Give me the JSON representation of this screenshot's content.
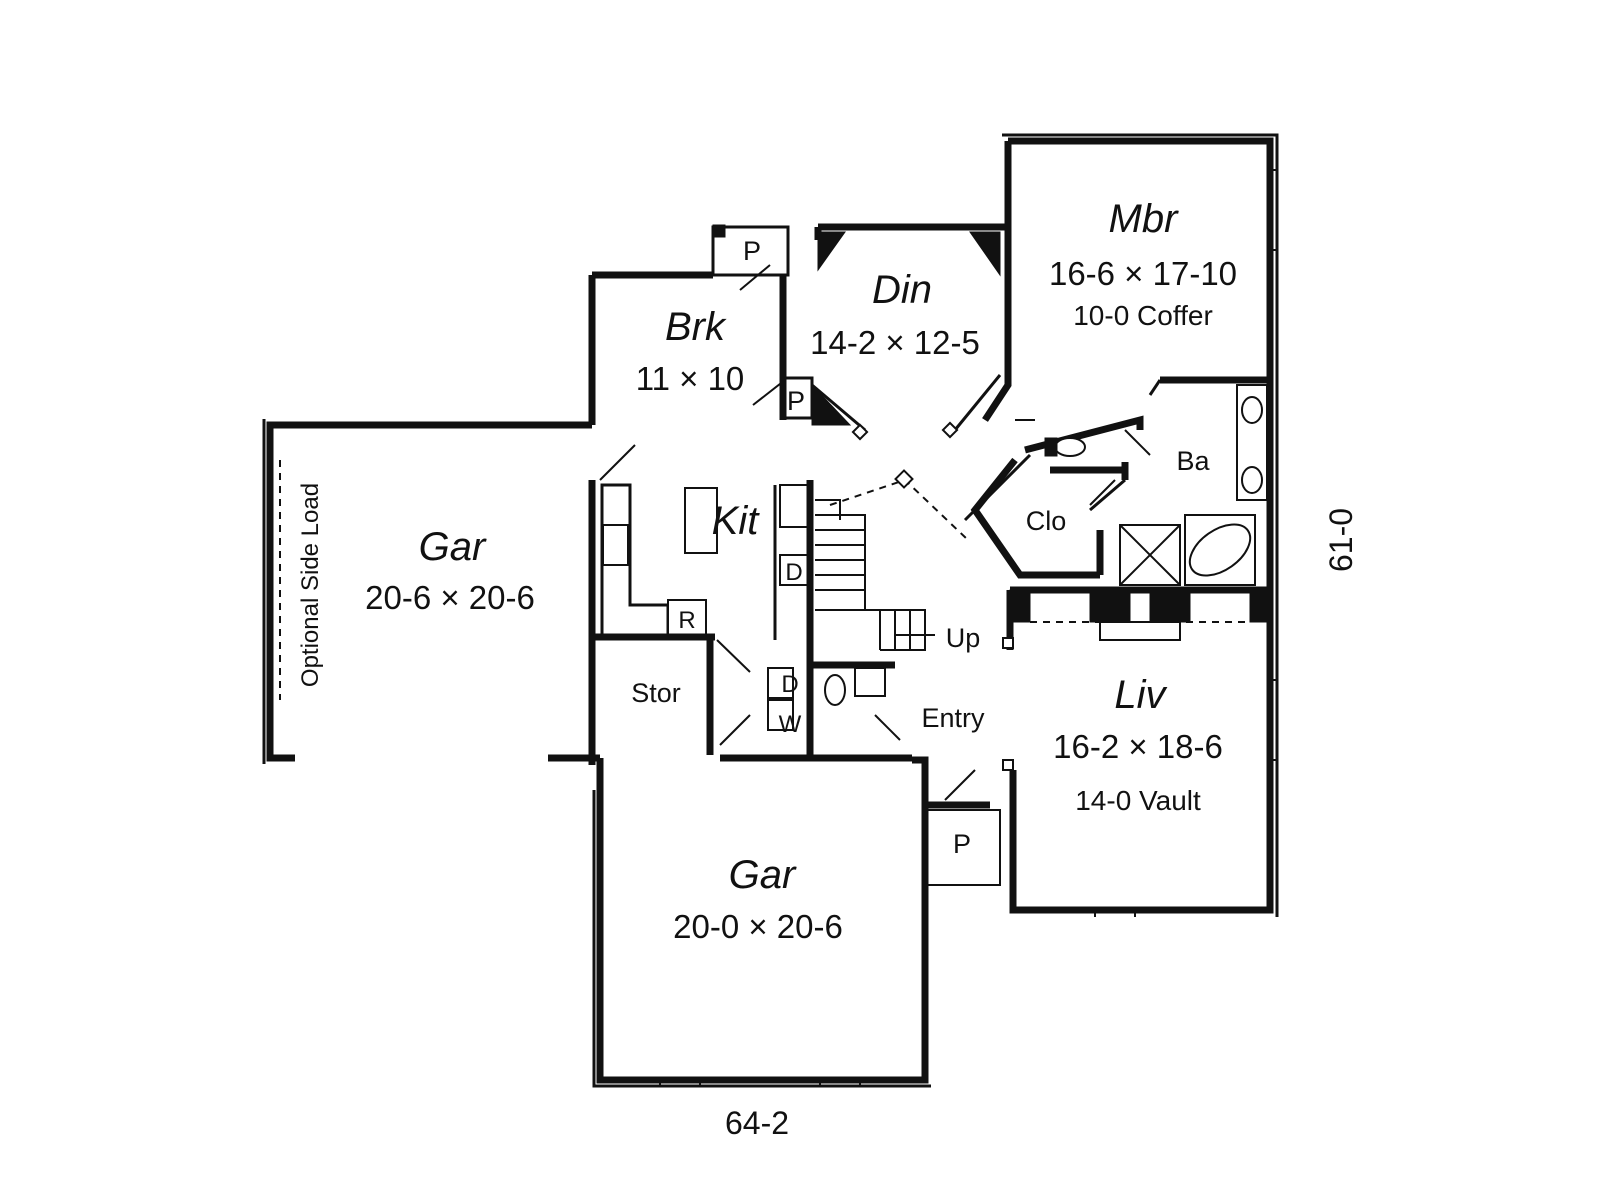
{
  "rooms": {
    "master_bedroom": {
      "name": "Mbr",
      "dims": "16-6 × 17-10",
      "note": "10-0 Coffer"
    },
    "dining": {
      "name": "Din",
      "dims": "14-2 × 12-5"
    },
    "breakfast": {
      "name": "Brk",
      "dims": "11 × 10"
    },
    "kitchen": {
      "name": "Kit"
    },
    "side_garage": {
      "name": "Gar",
      "dims": "20-6 × 20-6",
      "note": "Optional Side Load"
    },
    "front_garage": {
      "name": "Gar",
      "dims": "20-0 × 20-6"
    },
    "living": {
      "name": "Liv",
      "dims": "16-2 × 18-6",
      "note": "14-0 Vault"
    },
    "storage": {
      "name": "Stor"
    },
    "entry": {
      "name": "Entry"
    },
    "bath": {
      "name": "Ba"
    },
    "closet": {
      "name": "Clo"
    }
  },
  "labels": {
    "patio": "P",
    "pantry": "P",
    "stairs_up": "Up",
    "refrigerator": "R",
    "dishwasher": "D",
    "dryer": "D",
    "washer": "W"
  },
  "dimensions": {
    "overall_width": "64-2",
    "overall_depth": "61-0"
  }
}
